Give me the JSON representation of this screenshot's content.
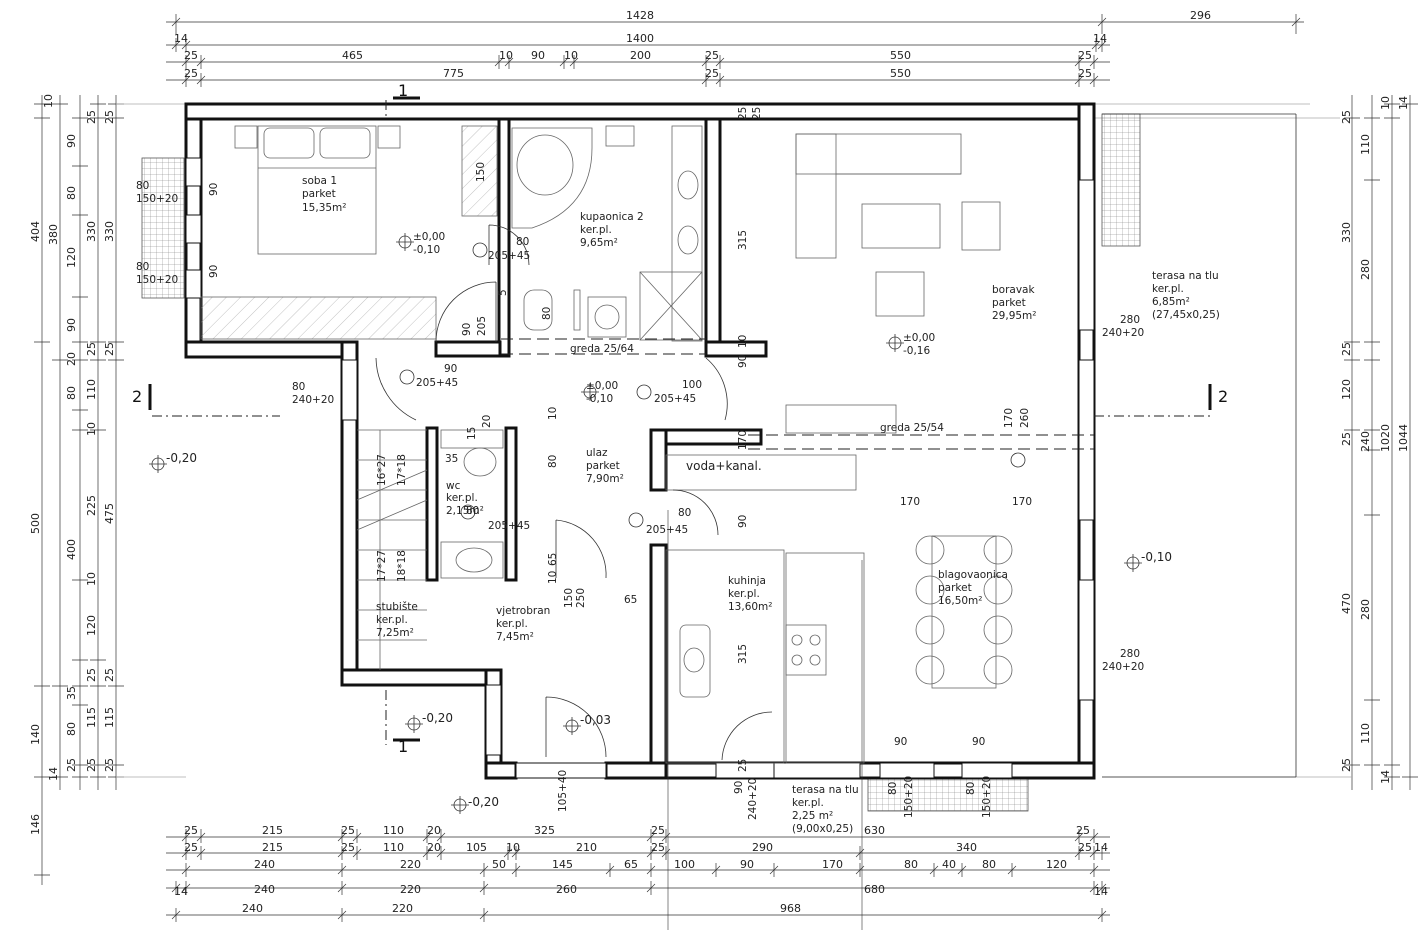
{
  "dimensions": {
    "top": [
      {
        "label": "1428"
      },
      {
        "label": "296"
      },
      {
        "label": "14"
      },
      {
        "label": "1400"
      },
      {
        "label": "14"
      },
      {
        "label": "25"
      },
      {
        "label": "465"
      },
      {
        "label": "10"
      },
      {
        "label": "90"
      },
      {
        "label": "10"
      },
      {
        "label": "200"
      },
      {
        "label": "25"
      },
      {
        "label": "550"
      },
      {
        "label": "25"
      },
      {
        "label": "25"
      },
      {
        "label": "775"
      },
      {
        "label": "25"
      },
      {
        "label": "550"
      },
      {
        "label": "25"
      }
    ],
    "bottom": [
      {
        "label": "25"
      },
      {
        "label": "215"
      },
      {
        "label": "25"
      },
      {
        "label": "110"
      },
      {
        "label": "20"
      },
      {
        "label": "325"
      },
      {
        "label": "25"
      },
      {
        "label": "630"
      },
      {
        "label": "25"
      },
      {
        "label": "25"
      },
      {
        "label": "215"
      },
      {
        "label": "25"
      },
      {
        "label": "110"
      },
      {
        "label": "20"
      },
      {
        "label": "105"
      },
      {
        "label": "10"
      },
      {
        "label": "210"
      },
      {
        "label": "25"
      },
      {
        "label": "290"
      },
      {
        "label": "340"
      },
      {
        "label": "25"
      },
      {
        "label": "14"
      },
      {
        "label": "240"
      },
      {
        "label": "220"
      },
      {
        "label": "50"
      },
      {
        "label": "145"
      },
      {
        "label": "65"
      },
      {
        "label": "100"
      },
      {
        "label": "90"
      },
      {
        "label": "170"
      },
      {
        "label": "80"
      },
      {
        "label": "40"
      },
      {
        "label": "80"
      },
      {
        "label": "120"
      },
      {
        "label": "14"
      },
      {
        "label": "240"
      },
      {
        "label": "220"
      },
      {
        "label": "260"
      },
      {
        "label": "680"
      },
      {
        "label": "14"
      },
      {
        "label": "240"
      },
      {
        "label": "220"
      },
      {
        "label": "968"
      }
    ],
    "left": [
      {
        "label": "10"
      },
      {
        "label": "25"
      },
      {
        "label": "25"
      },
      {
        "label": "90"
      },
      {
        "label": "80"
      },
      {
        "label": "404"
      },
      {
        "label": "380"
      },
      {
        "label": "330"
      },
      {
        "label": "330"
      },
      {
        "label": "120"
      },
      {
        "label": "90"
      },
      {
        "label": "20"
      },
      {
        "label": "25"
      },
      {
        "label": "25"
      },
      {
        "label": "80"
      },
      {
        "label": "110"
      },
      {
        "label": "10"
      },
      {
        "label": "500"
      },
      {
        "label": "400"
      },
      {
        "label": "225"
      },
      {
        "label": "475"
      },
      {
        "label": "10"
      },
      {
        "label": "120"
      },
      {
        "label": "35"
      },
      {
        "label": "25"
      },
      {
        "label": "25"
      },
      {
        "label": "140"
      },
      {
        "label": "80"
      },
      {
        "label": "115"
      },
      {
        "label": "115"
      },
      {
        "label": "14"
      },
      {
        "label": "25"
      },
      {
        "label": "25"
      },
      {
        "label": "25"
      },
      {
        "label": "146"
      }
    ],
    "right": [
      {
        "label": "10"
      },
      {
        "label": "14"
      },
      {
        "label": "25"
      },
      {
        "label": "110"
      },
      {
        "label": "330"
      },
      {
        "label": "280"
      },
      {
        "label": "25"
      },
      {
        "label": "120"
      },
      {
        "label": "25"
      },
      {
        "label": "240"
      },
      {
        "label": "1020"
      },
      {
        "label": "1044"
      },
      {
        "label": "470"
      },
      {
        "label": "280"
      },
      {
        "label": "110"
      },
      {
        "label": "25"
      },
      {
        "label": "14"
      }
    ]
  },
  "rooms": [
    {
      "name": "soba 1",
      "floor": "parket",
      "area": "15,35m²"
    },
    {
      "name": "kupaonica 2",
      "floor": "ker.pl.",
      "area": "9,65m²"
    },
    {
      "name": "boravak",
      "floor": "parket",
      "area": "29,95m²"
    },
    {
      "name": "terasa na tlu",
      "floor": "ker.pl.",
      "area": "6,85m²",
      "note": "(27,45x0,25)"
    },
    {
      "name": "ulaz",
      "floor": "parket",
      "area": "7,90m²"
    },
    {
      "name": "wc",
      "floor": "ker.pl.",
      "area": "2,15m²"
    },
    {
      "name": "stubište",
      "floor": "ker.pl.",
      "area": "7,25m²"
    },
    {
      "name": "vjetrobran",
      "floor": "ker.pl.",
      "area": "7,45m²"
    },
    {
      "name": "kuhinja",
      "floor": "ker.pl.",
      "area": "13,60m²"
    },
    {
      "name": "blagovaonica",
      "floor": "parket",
      "area": "16,50m²"
    },
    {
      "name": "terasa na tlu",
      "floor": "ker.pl.",
      "area": "2,25 m²",
      "note": "(9,00x0,25)"
    }
  ],
  "levels": [
    {
      "value": "±0,00",
      "value2": "-0,10"
    },
    {
      "value": "±0,00",
      "value2": "-0,16"
    },
    {
      "value": "±0,00",
      "value2": "-0,10"
    },
    {
      "value": "-0,20"
    },
    {
      "value": "-0,10"
    },
    {
      "value": "-0,20"
    },
    {
      "value": "-0,03"
    },
    {
      "value": "-0,20"
    }
  ],
  "openings": [
    "80",
    "150+20",
    "80",
    "150+20",
    "90",
    "90",
    "80",
    "205+45",
    "90",
    "205",
    "80",
    "5",
    "90",
    "205+45",
    "100",
    "205+45",
    "80",
    "240+20",
    "280",
    "240+20",
    "280",
    "240+20",
    "80",
    "205+45",
    "80",
    "205+45",
    "35",
    "15",
    "20",
    "80",
    "65",
    "10",
    "150",
    "250",
    "65",
    "170",
    "260",
    "170",
    "170",
    "170",
    "90",
    "315",
    "315",
    "90",
    "10",
    "25",
    "150",
    "105+40",
    "90",
    "240+20",
    "90",
    "90",
    "80",
    "150+20",
    "80",
    "150+20",
    "16*27",
    "17*18",
    "17*27",
    "18*18",
    "10",
    "25",
    "25"
  ],
  "labels": {
    "greda1": "greda 25/64",
    "greda2": "greda 25/54",
    "voda": "voda+kanal.",
    "sec1a": "1",
    "sec1b": "1",
    "sec2a": "2",
    "sec2b": "2"
  }
}
